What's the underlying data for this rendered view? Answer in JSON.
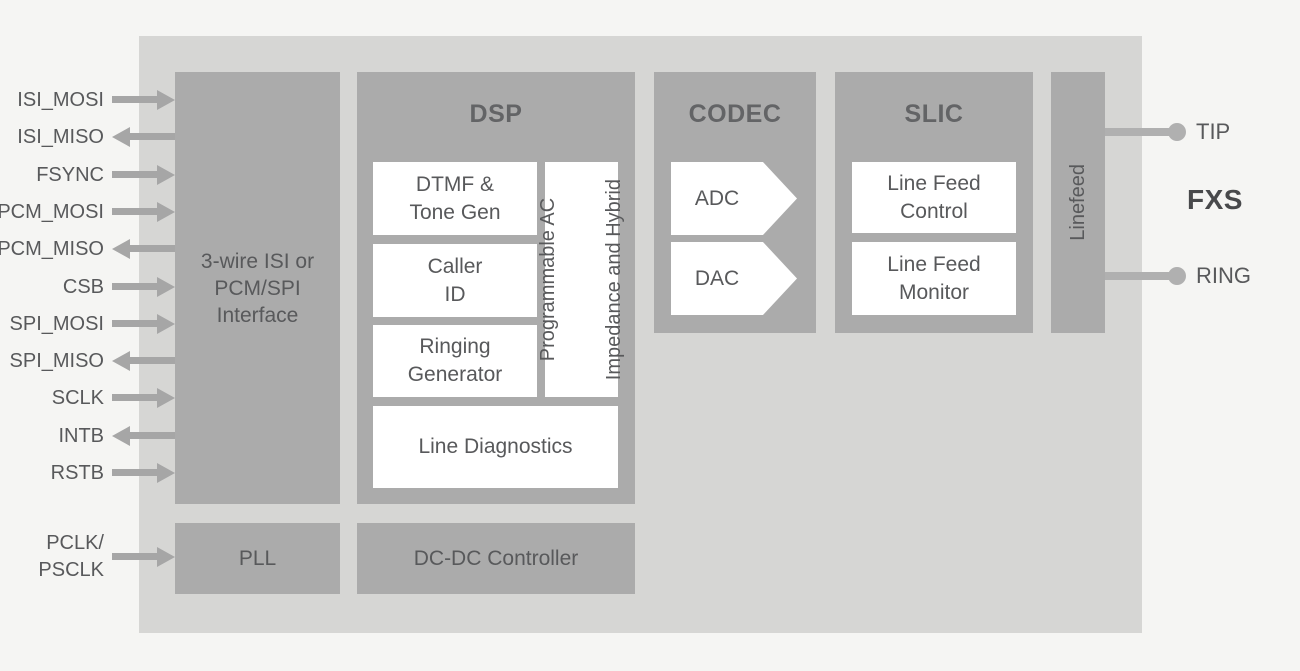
{
  "colors": {
    "background": "#f5f5f3",
    "chip_body": "#d6d6d4",
    "block_fill": "#ababab",
    "white_box": "#ffffff",
    "arrow": "#a6a6a6",
    "io_line": "#b0b0b0",
    "text": "#58595b",
    "title_text": "#636466",
    "fxs_text": "#48494b"
  },
  "blocks": {
    "interface": {
      "label": "3-wire ISI or\nPCM/SPI\nInterface"
    },
    "dsp": {
      "title": "DSP",
      "dtmf": "DTMF &\nTone Gen",
      "caller_id": "Caller\nID",
      "ringing_generator": "Ringing\nGenerator",
      "prog_ac_line1": "Programmable AC",
      "prog_ac_line2": "Impedance and Hybrid",
      "line_diagnostics": "Line Diagnostics"
    },
    "codec": {
      "title": "CODEC",
      "adc": "ADC",
      "dac": "DAC"
    },
    "slic": {
      "title": "SLIC",
      "line_feed_control": "Line Feed\nControl",
      "line_feed_monitor": "Line Feed\nMonitor"
    },
    "linefeed": {
      "label": "Linefeed"
    },
    "pll": {
      "label": "PLL"
    },
    "dcdc": {
      "label": "DC-DC Controller"
    }
  },
  "pins": {
    "left": [
      {
        "label": "ISI_MOSI",
        "direction": "in"
      },
      {
        "label": "ISI_MISO",
        "direction": "out"
      },
      {
        "label": "FSYNC",
        "direction": "in"
      },
      {
        "label": "PCM_MOSI",
        "direction": "in"
      },
      {
        "label": "PCM_MISO",
        "direction": "out"
      },
      {
        "label": "CSB",
        "direction": "in"
      },
      {
        "label": "SPI_MOSI",
        "direction": "in"
      },
      {
        "label": "SPI_MISO",
        "direction": "out"
      },
      {
        "label": "SCLK",
        "direction": "in"
      },
      {
        "label": "INTB",
        "direction": "out"
      },
      {
        "label": "RSTB",
        "direction": "in"
      }
    ],
    "bottom": {
      "label": "PCLK/\nPSCLK",
      "direction": "in"
    },
    "right": [
      {
        "label": "TIP"
      },
      {
        "label": "RING"
      }
    ]
  },
  "fxs_label": "FXS"
}
